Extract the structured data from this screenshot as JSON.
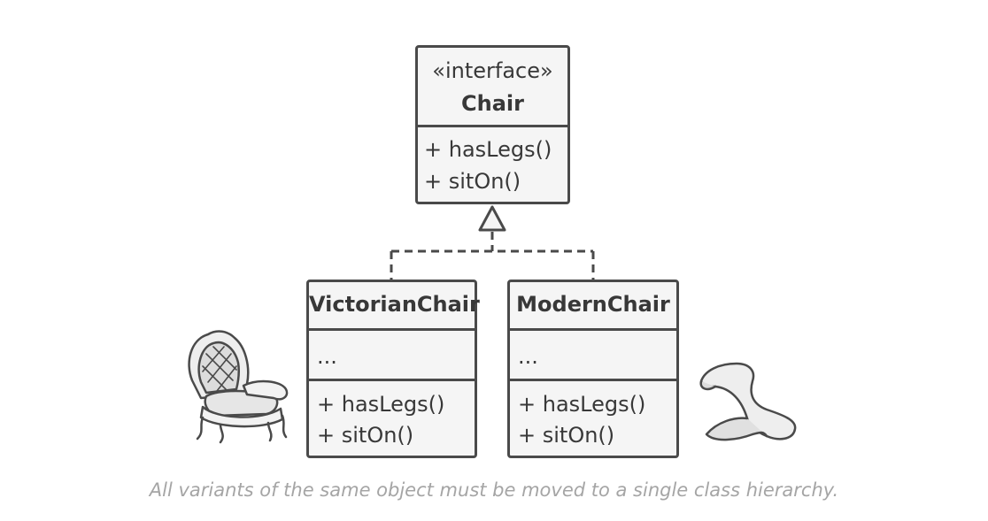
{
  "interface_class": {
    "stereotype": "«interface»",
    "name": "Chair",
    "methods": [
      "+ hasLegs()",
      "+ sitOn()"
    ]
  },
  "victorian_class": {
    "name": "VictorianChair",
    "fields": "...",
    "methods": [
      "+ hasLegs()",
      "+ sitOn()"
    ]
  },
  "modern_class": {
    "name": "ModernChair",
    "fields": "...",
    "methods": [
      "+ hasLegs()",
      "+ sitOn()"
    ]
  },
  "caption": "All variants of the same object must be moved to a single class hierarchy.",
  "colors": {
    "border": "#4a4a4a",
    "fill": "#f5f5f5",
    "caption": "#a5a5a5"
  }
}
